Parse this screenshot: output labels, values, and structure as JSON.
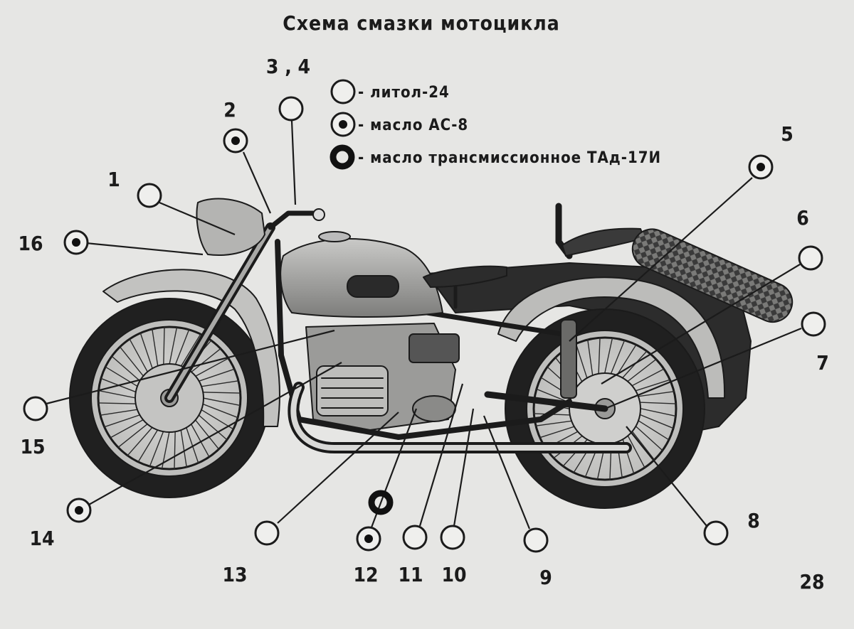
{
  "title": "Схема смазки мотоцикла",
  "page_number": "28",
  "legend": [
    {
      "symbol": "open",
      "text": "- литол-24"
    },
    {
      "symbol": "dot",
      "text": "- масло АС-8"
    },
    {
      "symbol": "ring",
      "text": "- масло трансмиссионное ТАд-17И"
    }
  ],
  "points": [
    {
      "label": "1",
      "type": "open"
    },
    {
      "label": "2",
      "type": "dot"
    },
    {
      "label": "3 , 4",
      "type": "open"
    },
    {
      "label": "5",
      "type": "dot"
    },
    {
      "label": "6",
      "type": "open"
    },
    {
      "label": "7",
      "type": "open"
    },
    {
      "label": "8",
      "type": "open"
    },
    {
      "label": "9",
      "type": "open"
    },
    {
      "label": "10",
      "type": "open"
    },
    {
      "label": "11",
      "type": "open"
    },
    {
      "label": "12",
      "type": "dot"
    },
    {
      "label": "12",
      "type": "ring"
    },
    {
      "label": "13",
      "type": "open"
    },
    {
      "label": "14",
      "type": "dot"
    },
    {
      "label": "15",
      "type": "open"
    },
    {
      "label": "16",
      "type": "dot"
    }
  ]
}
